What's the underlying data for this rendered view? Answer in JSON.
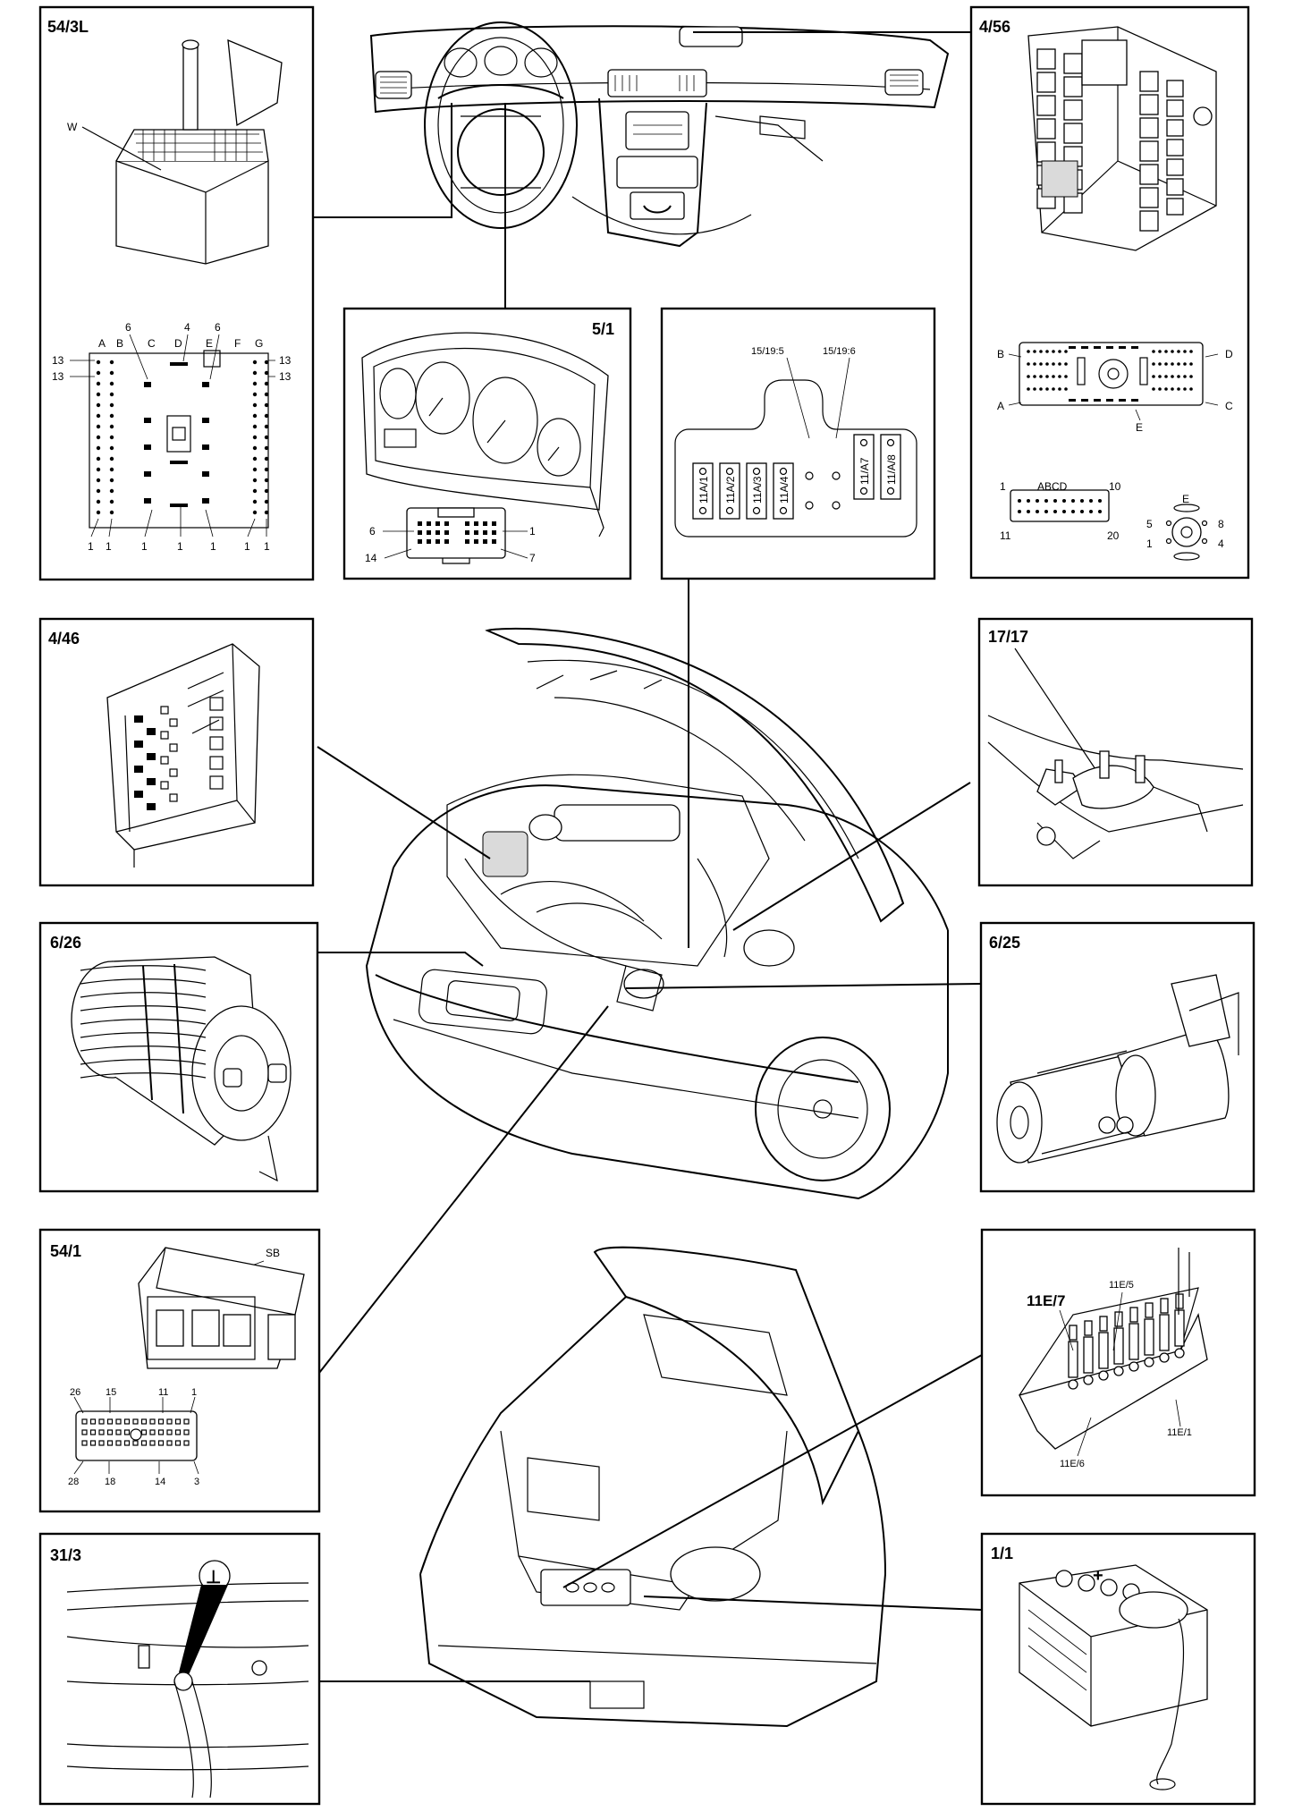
{
  "panels": {
    "p54_3L": {
      "label": "54/3L",
      "callout": "W",
      "top_letters": [
        "A",
        "B",
        "C",
        "D",
        "E",
        "F",
        "G"
      ],
      "top_numbers": [
        "6",
        "4",
        "6"
      ],
      "side_numbers": [
        "13",
        "13",
        "13",
        "13"
      ],
      "bottom_numbers": [
        "1",
        "1",
        "1",
        "1",
        "1",
        "1",
        "1"
      ]
    },
    "p5_1": {
      "label": "5/1",
      "pins": [
        "6",
        "1",
        "14",
        "7"
      ]
    },
    "fusebox": {
      "top_labels": [
        "15/19:5",
        "15/19:6"
      ],
      "fuses_left": [
        "11A/1",
        "11A/2",
        "11A/3",
        "11A/4"
      ],
      "fuses_right": [
        "11/A7",
        "11/A/8"
      ]
    },
    "p4_56": {
      "label": "4/56",
      "connector_letters": [
        "B",
        "D",
        "A",
        "C",
        "E"
      ],
      "conn2": {
        "n1": "1",
        "letters": "ABCD",
        "n10": "10",
        "n11": "11",
        "n20": "20"
      },
      "conn3": {
        "e": "E",
        "n5": "5",
        "n8": "8",
        "n1": "1",
        "n4": "4"
      }
    },
    "p4_46": {
      "label": "4/46"
    },
    "p17_17": {
      "label": "17/17"
    },
    "p6_26": {
      "label": "6/26"
    },
    "p6_25": {
      "label": "6/25"
    },
    "p54_1": {
      "label": "54/1",
      "callout": "SB",
      "top_pins": [
        "26",
        "15",
        "11",
        "1"
      ],
      "bottom_pins": [
        "28",
        "18",
        "14",
        "3"
      ]
    },
    "p11E": {
      "labels": [
        "11E/7",
        "11E/5",
        "11E/1",
        "11E/6"
      ]
    },
    "p31_3": {
      "label": "31/3",
      "ground_symbol": "⊥"
    },
    "p1_1": {
      "label": "1/1",
      "plus": "+",
      "minus": "-"
    }
  },
  "icons": [
    "ground-icon"
  ]
}
